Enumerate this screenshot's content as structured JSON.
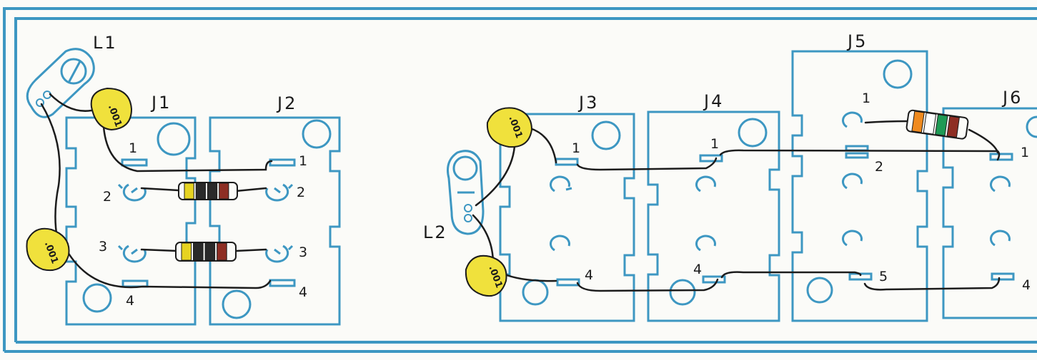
{
  "colors": {
    "outline": "#3d97c2",
    "wire": "#1c1c1c",
    "capacitor": "#f0e13c",
    "paper": "#fbfbf8"
  },
  "labels": {
    "L1": "L1",
    "L2": "L2",
    "J1": "J1",
    "J2": "J2",
    "J3": "J3",
    "J4": "J4",
    "J5": "J5",
    "J6": "J6"
  },
  "pins": {
    "p1": "1",
    "p2": "2",
    "p3": "3",
    "p4": "4",
    "p5": "5"
  },
  "capacitor_value": ".001",
  "resistors": [
    {
      "bands": [
        "#e6d321",
        "#2a2a2a",
        "#2a2a2a",
        "#8e2e24"
      ]
    },
    {
      "bands": [
        "#e6d321",
        "#2a2a2a",
        "#2a2a2a",
        "#8e2e24"
      ]
    },
    {
      "bands": [
        "#ef8a1f",
        "#ffffff",
        "#1f9a55",
        "#8e2e24"
      ]
    }
  ]
}
